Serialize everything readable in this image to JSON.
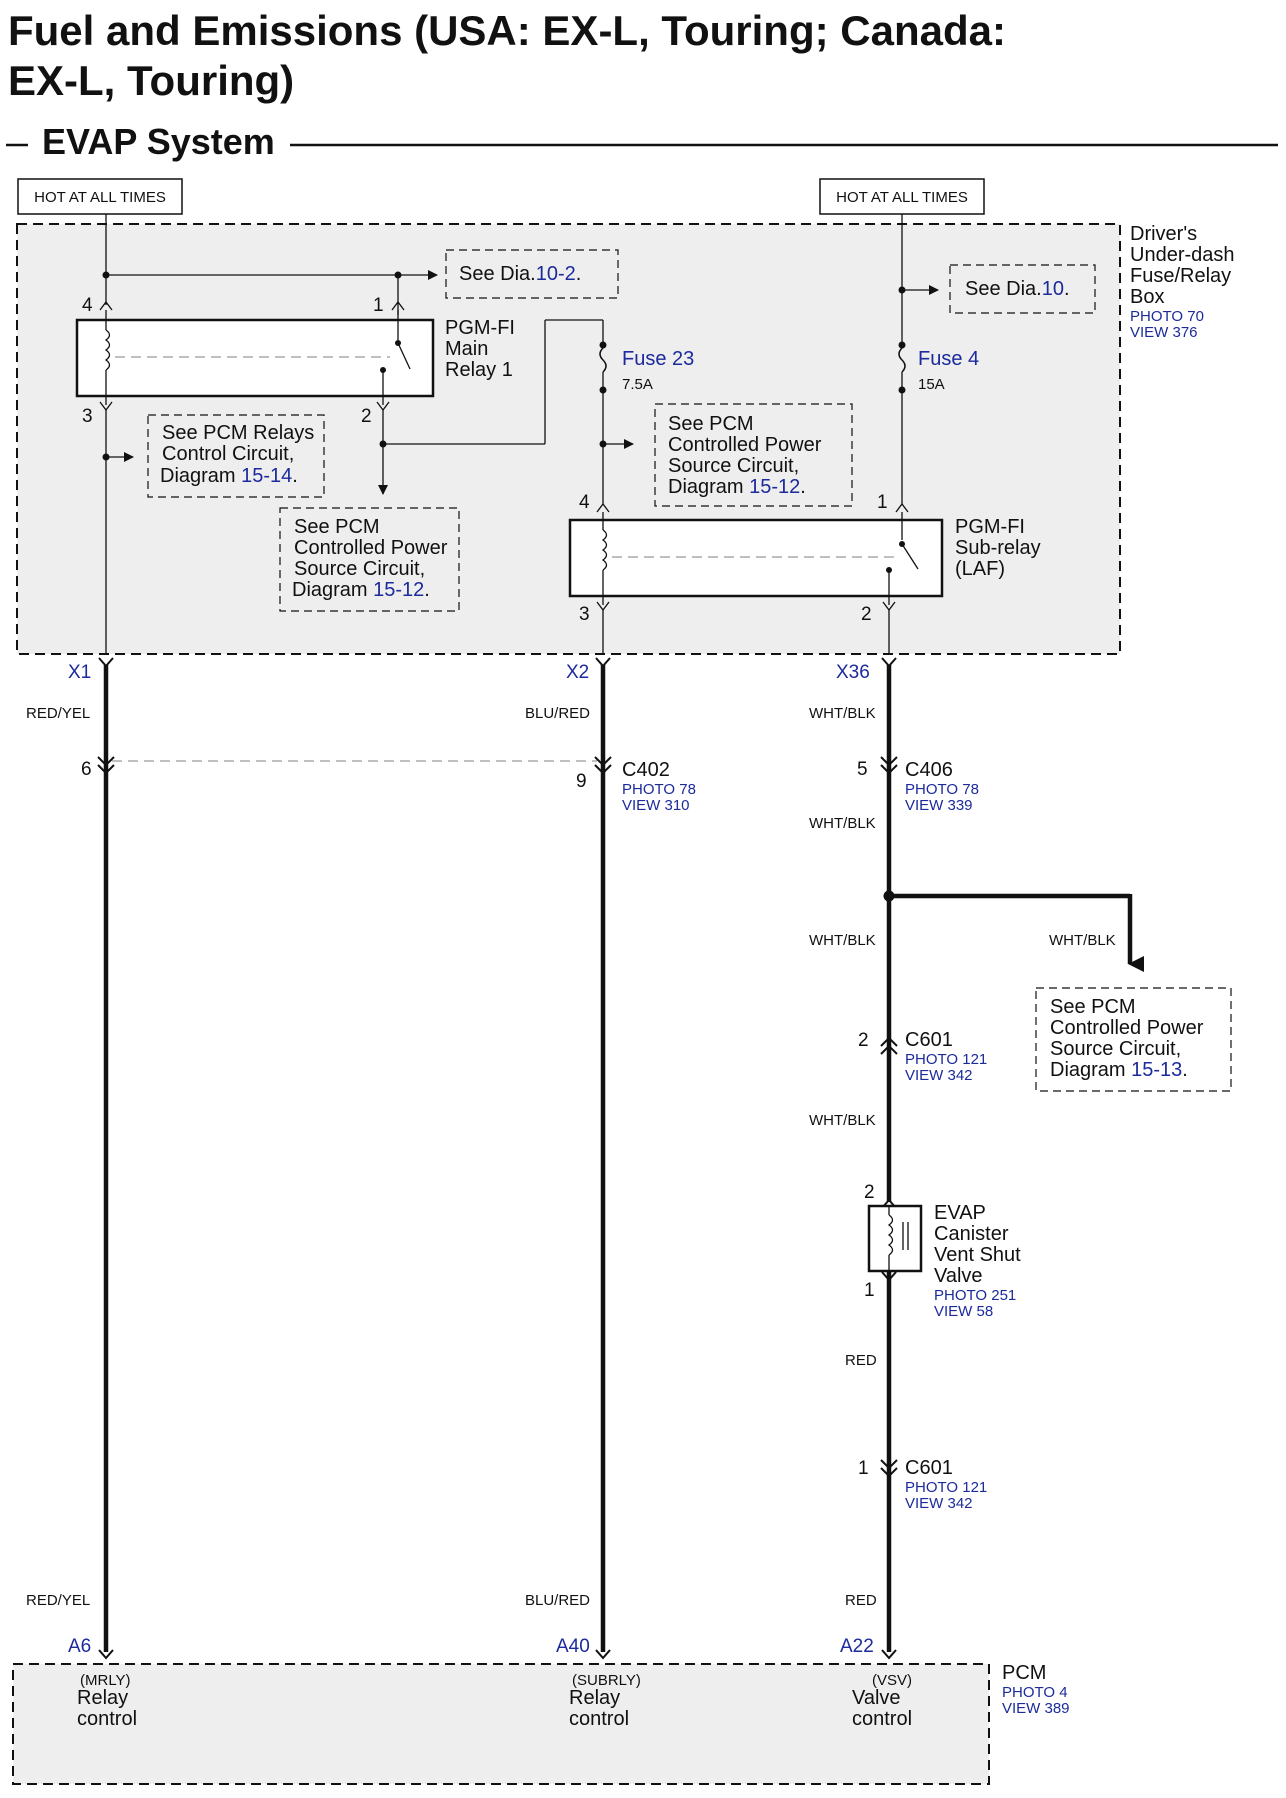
{
  "title_line1": "Fuel and Emissions (USA: EX-L, Touring; Canada:",
  "title_line2": "EX-L, Touring)",
  "section": "EVAP System",
  "hot1": "HOT AT ALL TIMES",
  "hot2": "HOT AT ALL TIMES",
  "fusebox": {
    "l1": "Driver's",
    "l2": "Under-dash",
    "l3": "Fuse/Relay",
    "l4": "Box",
    "photo": "PHOTO 70",
    "view": "VIEW 376"
  },
  "see_dia_1": {
    "prefix": "See Dia.",
    "ref": "10-2",
    "suffix": "."
  },
  "see_dia_2": {
    "prefix": "See Dia.",
    "ref": "10",
    "suffix": "."
  },
  "main_relay": {
    "l1": "PGM-FI",
    "l2": "Main",
    "l3": "Relay 1",
    "pin4": "4",
    "pin1": "1",
    "pin3": "3",
    "pin2": "2"
  },
  "relays_ref": {
    "l1": "See PCM Relays",
    "l2": "Control Circuit,",
    "l3": "Diagram ",
    "ref": "15-14",
    "suffix": "."
  },
  "pcm_ref_a": {
    "l1": "See PCM",
    "l2": "Controlled Power",
    "l3": "Source Circuit,",
    "l4": "Diagram ",
    "ref": "15-12",
    "suffix": "."
  },
  "pcm_ref_b": {
    "l1": "See PCM",
    "l2": "Controlled Power",
    "l3": "Source Circuit,",
    "l4": "Diagram ",
    "ref": "15-12",
    "suffix": "."
  },
  "pcm_ref_c": {
    "l1": "See PCM",
    "l2": "Controlled Power",
    "l3": "Source Circuit,",
    "l4": "Diagram ",
    "ref": "15-13",
    "suffix": "."
  },
  "fuse23": {
    "name": "Fuse 23",
    "rating": "7.5A"
  },
  "fuse4": {
    "name": "Fuse 4",
    "rating": "15A"
  },
  "sub_relay": {
    "l1": "PGM-FI",
    "l2": "Sub-relay",
    "l3": "(LAF)",
    "pin4": "4",
    "pin1": "1",
    "pin3": "3",
    "pin2": "2"
  },
  "terminals": {
    "x1": "X1",
    "x2": "X2",
    "x36": "X36",
    "a6": "A6",
    "a40": "A40",
    "a22": "A22"
  },
  "wires": {
    "w1a": "RED/YEL",
    "w2a": "BLU/RED",
    "w3a": "WHT/BLK",
    "w3b": "WHT/BLK",
    "w3c": "WHT/BLK",
    "w3d": "WHT/BLK",
    "w3branch": "WHT/BLK",
    "w3e": "RED",
    "w1b": "RED/YEL",
    "w2b": "BLU/RED",
    "w3f": "RED"
  },
  "c402": {
    "name": "C402",
    "photo": "PHOTO 78",
    "view": "VIEW 310",
    "pin_left": "6",
    "pin_right": "9"
  },
  "c406": {
    "name": "C406",
    "photo": "PHOTO 78",
    "view": "VIEW 339",
    "pin": "5"
  },
  "c601a": {
    "name": "C601",
    "photo": "PHOTO 121",
    "view": "VIEW 342",
    "pin": "2"
  },
  "c601b": {
    "name": "C601",
    "photo": "PHOTO 121",
    "view": "VIEW 342",
    "pin": "1"
  },
  "valve": {
    "l1": "EVAP",
    "l2": "Canister",
    "l3": "Vent Shut",
    "l4": "Valve",
    "photo": "PHOTO 251",
    "view": "VIEW 58",
    "pin_top": "2",
    "pin_bottom": "1"
  },
  "pcm": {
    "name": "PCM",
    "photo": "PHOTO 4",
    "view": "VIEW 389",
    "c1": {
      "code": "(MRLY)",
      "l1": "Relay",
      "l2": "control"
    },
    "c2": {
      "code": "(SUBRLY)",
      "l1": "Relay",
      "l2": "control"
    },
    "c3": {
      "code": "(VSV)",
      "l1": "Valve",
      "l2": "control"
    }
  }
}
